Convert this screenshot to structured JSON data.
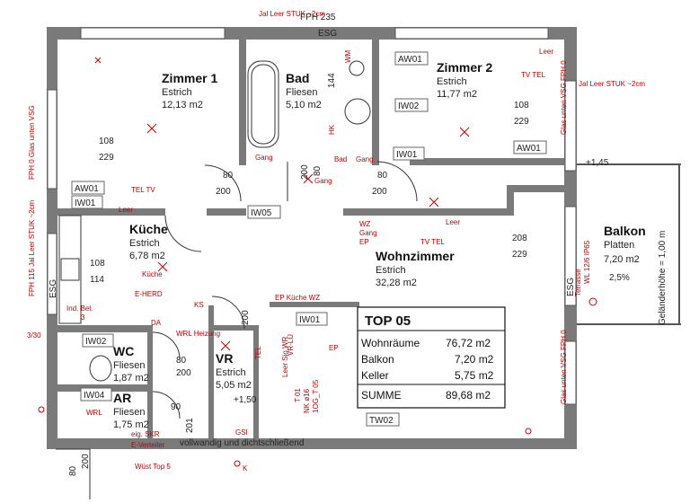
{
  "top_label": "FPH 235",
  "rooms": {
    "zimmer1": {
      "name": "Zimmer 1",
      "material": "Estrich",
      "area": "12,13 m2",
      "dims": [
        "108",
        "229"
      ]
    },
    "bad": {
      "name": "Bad",
      "material": "Fliesen",
      "area": "5,10 m2",
      "dim": "144"
    },
    "zimmer2": {
      "name": "Zimmer 2",
      "material": "Estrich",
      "area": "11,77 m2",
      "dims": [
        "108",
        "229"
      ]
    },
    "kueche": {
      "name": "Küche",
      "material": "Estrich",
      "area": "6,78 m2",
      "dims": [
        "108",
        "114"
      ]
    },
    "wohnzimmer": {
      "name": "Wohnzimmer",
      "material": "Estrich",
      "area": "32,28 m2",
      "dims": [
        "208",
        "229"
      ]
    },
    "balkon": {
      "name": "Balkon",
      "material": "Platten",
      "area": "7,20 m2",
      "slope": "2,5%",
      "railing": "Geländerhöhe = 1,00 m",
      "level": "+1,45"
    },
    "wc": {
      "name": "WC",
      "material": "Fliesen",
      "area": "1,87 m2"
    },
    "vr": {
      "name": "VR",
      "material": "Estrich",
      "area": "5,05 m2",
      "level": "+1,50"
    },
    "ar": {
      "name": "AR",
      "material": "Fliesen",
      "area": "1,75 m2"
    }
  },
  "tags": {
    "aw01_a": "AW01",
    "aw01_b": "AW01",
    "aw01_c": "AW01",
    "iw01_a": "IW01",
    "iw01_b": "IW01",
    "iw01_c": "IW01",
    "iw02_a": "IW02",
    "iw02_b": "IW02",
    "iw04": "IW04",
    "iw05": "IW05",
    "tw02": "TW02",
    "esg_a": "ESG",
    "esg_b": "ESG",
    "esg_c": "ESG"
  },
  "door_dims": {
    "d1": [
      "80",
      "200"
    ],
    "d2": [
      "200",
      "80"
    ],
    "d3": [
      "80",
      "200"
    ],
    "d4": [
      "80",
      "200"
    ],
    "d5": [
      "80",
      "200"
    ],
    "d6": [
      "90",
      "201"
    ],
    "d7": [
      "200",
      "80"
    ]
  },
  "side_labels": {
    "left1": "FPH 0  Glas unten VSG",
    "left2": "FPH 115  Jal Leer STUK ~2cm",
    "left3": "3/30",
    "right1": "Glas unten VSG  FPH 0",
    "right2": "Jal Leer STUK ~2cm",
    "right3": "Glas unten VSG  FPH 0",
    "top_jal": "Jal Leer STUK ~2cm"
  },
  "electrical": {
    "gang1": "Gang",
    "gang2": "Gang",
    "gang3": "Bad",
    "gang4": "Gang",
    "hk": "HK",
    "wm": "WM",
    "tv1": "TEL TV",
    "tv2": "TV TEL",
    "tv3": "TV TEL",
    "leer1": "Leer",
    "leer2": "Leer",
    "leer3": "Leer",
    "wz": "WZ",
    "gang5": "Gang",
    "ep1": "EP",
    "ep2": "EP",
    "kueche": "Küche",
    "eherd": "E-HERD",
    "ind_bel": "Ind. Bel.",
    "ks": "KS",
    "da": "DA",
    "wr_heizung": "WRL Heizung",
    "ep_kueche_wz": "EP Küche WZ",
    "vr_lu": "VR-LÜ",
    "sig_wr": "Leer Sig WR",
    "tel": "TEL",
    "gsi": "GSI",
    "wrl": "WRL",
    "eig_skr": "eig. SKR",
    "everteiler": "E-Verteiler",
    "wuest": "Wüst Top 5",
    "terrasse": "Terrasse",
    "wl12": "WL 12/6 IP65",
    "k": "K",
    "t01": "T 01",
    "nk": "NK ø16",
    "og": "1OG_T 05",
    "vollwandig": "vollwandig und dichtschließend",
    "dim_3": "3"
  },
  "summary": {
    "title": "TOP 05",
    "rows": [
      {
        "label": "Wohnräume",
        "value": "76,72 m2"
      },
      {
        "label": "Balkon",
        "value": "7,20 m2"
      },
      {
        "label": "Keller",
        "value": "5,75 m2"
      },
      {
        "label": "SUMME",
        "value": "89,68 m2"
      }
    ]
  }
}
